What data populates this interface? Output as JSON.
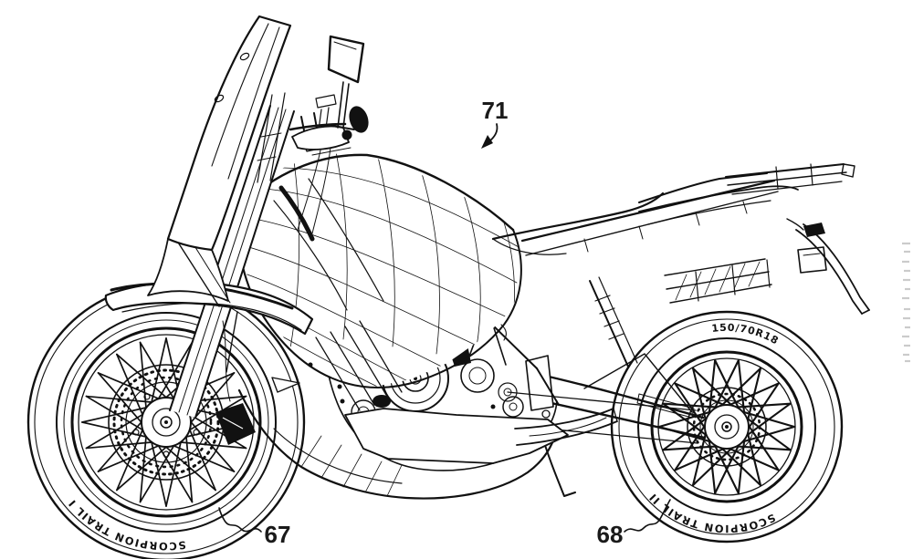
{
  "figure": {
    "type": "patent line drawing",
    "subject": "adventure touring motorcycle, side elevation"
  },
  "labels": {
    "assembly": "71",
    "front_wheel": "67",
    "rear_wheel": "68"
  },
  "tire_markings": {
    "front_sidewall_brand": "SCORPION TRAIL II",
    "rear_sidewall_brand": "SCORPION TRAIL II",
    "rear_sidewall_size": "150/70R18"
  },
  "colors": {
    "ink": "#111111",
    "background": "#ffffff",
    "edge_watermark": "#cbcbcb"
  }
}
